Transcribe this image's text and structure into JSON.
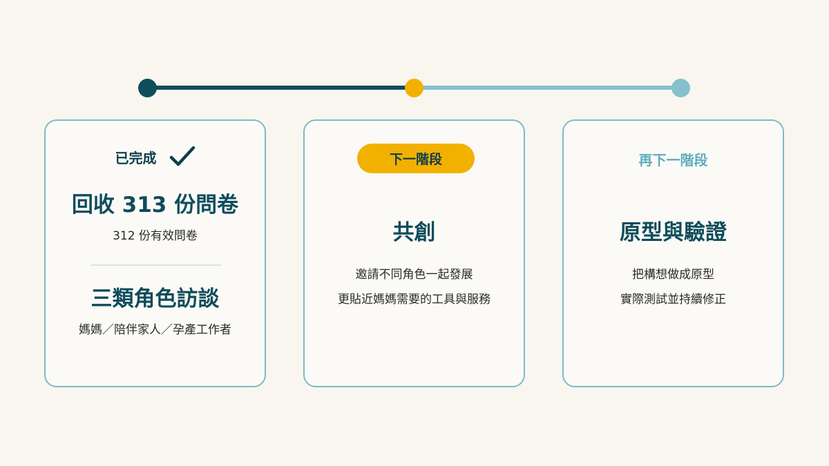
{
  "stages": [
    {
      "status": "已完成",
      "status_icon": "check-icon",
      "headline_1": "回收 313 份問卷",
      "sub_1": "312 份有效問卷",
      "headline_2": "三類角色訪談",
      "sub_2": "媽媽／陪伴家人／孕產工作者"
    },
    {
      "status": "下一階段",
      "headline": "共創",
      "line_1": "邀請不同角色一起發展",
      "line_2": "更貼近媽媽需要的工具與服務"
    },
    {
      "status": "再下一階段",
      "headline": "原型與驗證",
      "line_1": "把構想做成原型",
      "line_2": "實際測試並持續修正"
    }
  ],
  "colors": {
    "done": "#0f4c5c",
    "current": "#f2b100",
    "upcoming": "#86c0cd",
    "background": "#f9f6f0",
    "card_border": "#7fb9c6"
  }
}
